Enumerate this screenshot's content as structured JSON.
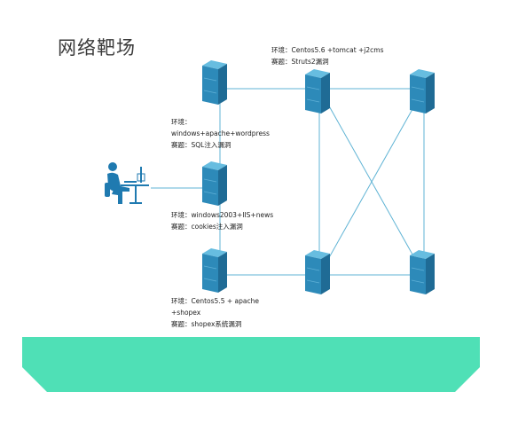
{
  "slide": {
    "title": "网络靶场",
    "colors": {
      "link": "#5fb3d4",
      "server_front": "#2d8ab9",
      "server_side": "#1f6b95",
      "server_top": "#67bde0",
      "person": "#1f7ab0",
      "banner": "#4fe0b6"
    }
  },
  "nodes": {
    "server_top_center": {
      "env": "环境：Centos5.6 +tomcat +j2cms",
      "task": "赛题：Struts2漏洞"
    },
    "server_top_left": {
      "env_1": "环境：",
      "env_2": "windows+apache+wordpress",
      "task": "赛题：SQL注入漏洞"
    },
    "server_middle_left": {
      "env": "环境：windows2003+IIS+news",
      "task": "赛题：cookies注入漏洞"
    },
    "server_bottom_left": {
      "env_1": "环境：Centos5.5 + apache",
      "env_2": "+shopex",
      "task": "赛题：shopex系统漏洞"
    }
  }
}
